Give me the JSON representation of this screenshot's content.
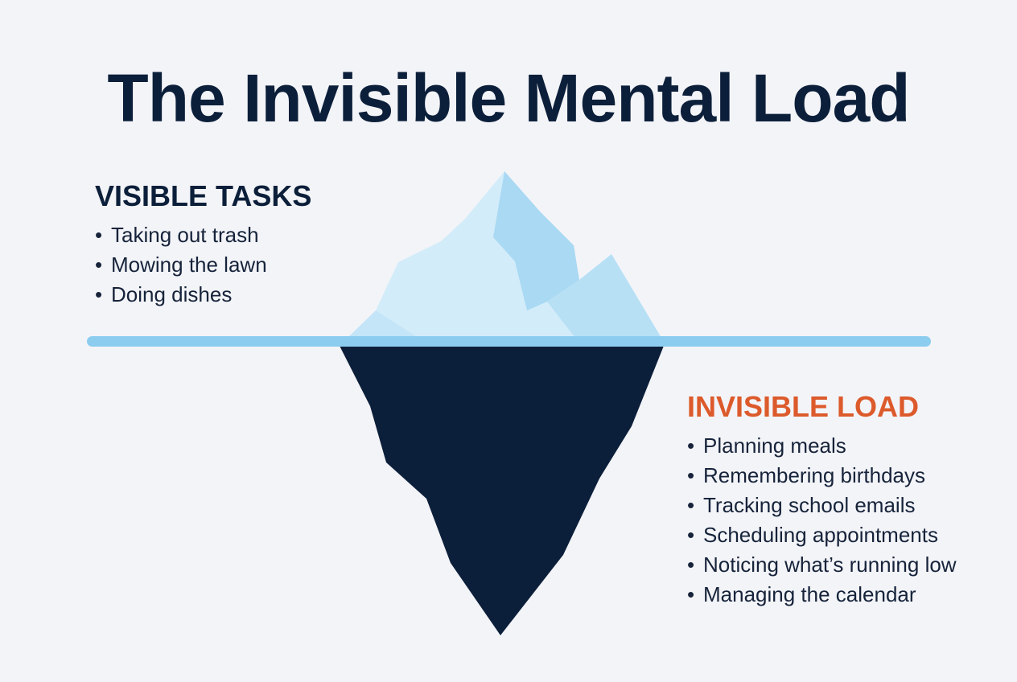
{
  "title": "The Invisible Mental Load",
  "visible_tasks": {
    "heading": "VISIBLE TASKS",
    "items": [
      "Taking out trash",
      "Mowing the lawn",
      "Doing dishes"
    ]
  },
  "invisible_load": {
    "heading": "INVISIBLE LOAD",
    "items": [
      "Planning meals",
      "Remembering birthdays",
      "Tracking school emails",
      "Scheduling appointments",
      "Noticing what’s running low",
      "Managing the calendar"
    ]
  },
  "colors": {
    "background": "#f3f4f8",
    "title": "#0c1f3a",
    "visible_heading": "#0c1f3a",
    "invisible_heading": "#dc5a2b",
    "iceberg_tip_light": "#d3ecfa",
    "iceberg_tip_mid": "#a9d9f3",
    "iceberg_underwater": "#0c1f3a",
    "waterline": "#8ccdef"
  },
  "bullet_glyph": "•"
}
